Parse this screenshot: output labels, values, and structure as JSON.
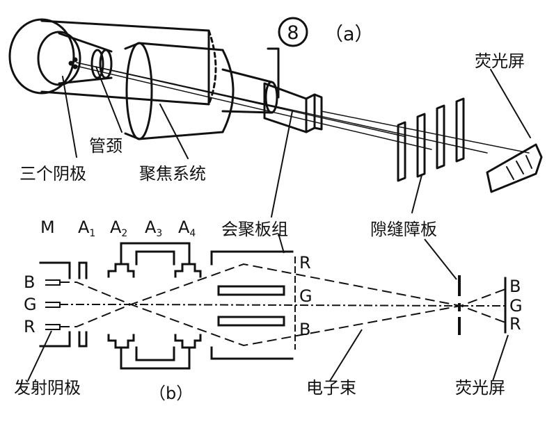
{
  "figure_number": "8",
  "parts": {
    "a": {
      "caption": "（a）",
      "labels": {
        "fluorescent_screen": "荧光屏",
        "tube_neck": "管颈",
        "three_cathodes": "三个阴极",
        "focus_system": "聚焦系统",
        "convergence_plates": "会聚板组",
        "slot_barrier": "隙缝障板"
      }
    },
    "b": {
      "caption": "（b）",
      "electrodes": [
        "M",
        "A",
        "A",
        "A",
        "A"
      ],
      "electrode_subscripts": [
        "",
        "1",
        "2",
        "3",
        "4"
      ],
      "guns": [
        "B",
        "G",
        "R"
      ],
      "plate_beams": [
        "R",
        "G",
        "B"
      ],
      "screen_dots": [
        "B",
        "G",
        "R"
      ],
      "labels": {
        "emission_cathode": "发射阴极",
        "electron_beam": "电子束",
        "fluorescent_screen": "荧光屏"
      }
    }
  }
}
